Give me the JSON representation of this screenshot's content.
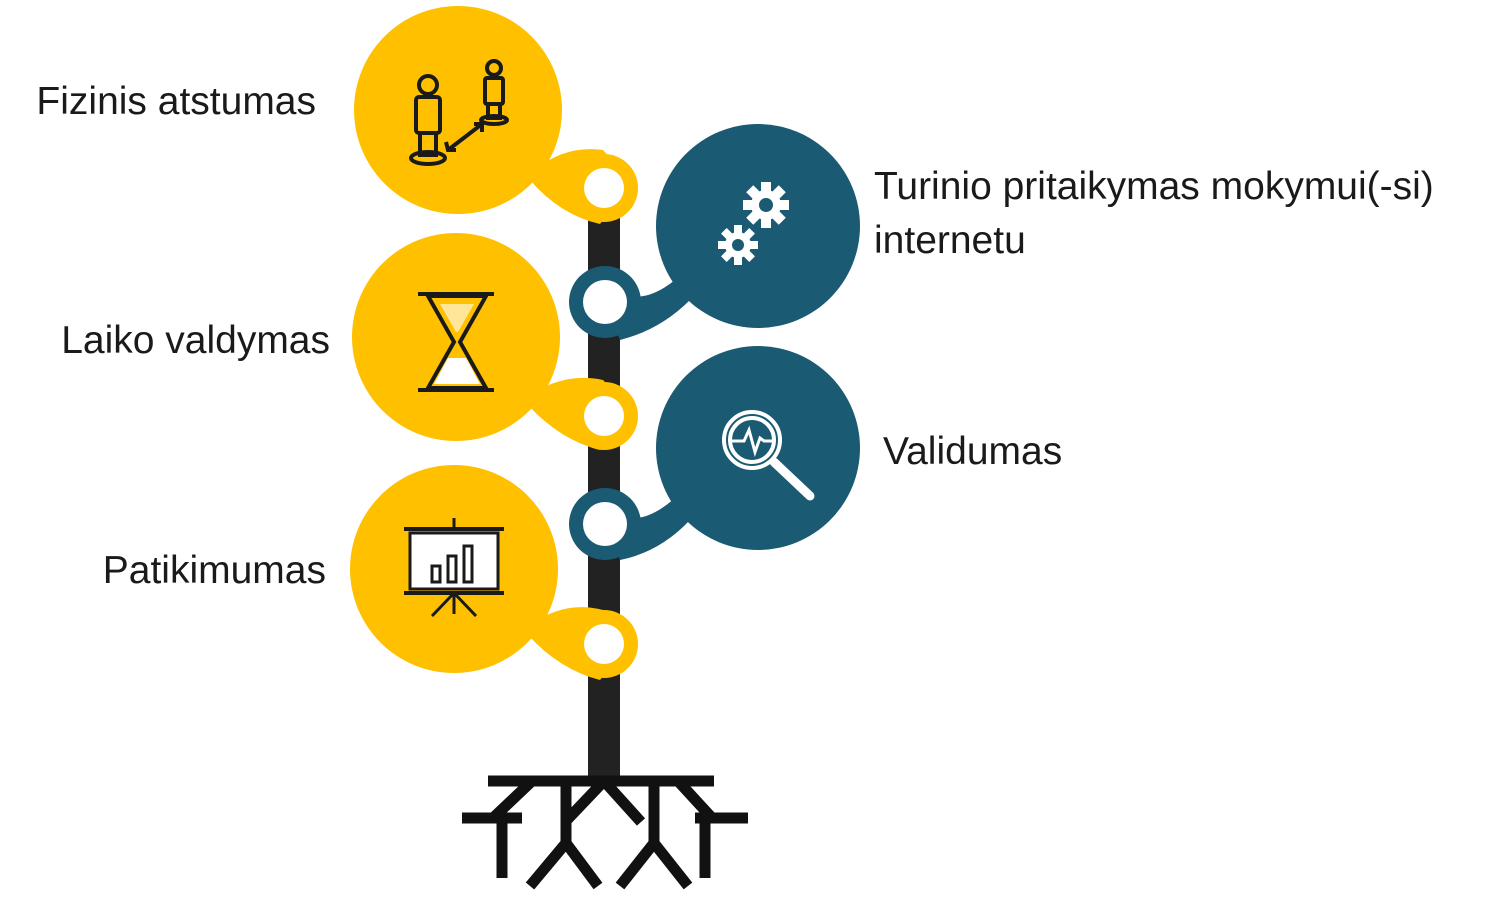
{
  "colors": {
    "yellow": "#FFC000",
    "teal": "#1B5A73",
    "trunk": "#222222",
    "icon": "#1a1a1a",
    "text": "#1a1a1a",
    "ring": "#ffffff"
  },
  "branches": [
    {
      "side": "left",
      "label": "Fizinis atstumas",
      "icon": "social-distance-icon"
    },
    {
      "side": "right",
      "label_lines": [
        "Turinio pritaikymas mokymui(-si)",
        "internetu"
      ],
      "icon": "gears-icon"
    },
    {
      "side": "left",
      "label": "Laiko valdymas",
      "icon": "hourglass-icon"
    },
    {
      "side": "right",
      "label": "Validumas",
      "icon": "magnifier-pulse-icon"
    },
    {
      "side": "left",
      "label": "Patikimumas",
      "icon": "presentation-chart-icon"
    }
  ],
  "roots_icon": "tree-roots-icon"
}
